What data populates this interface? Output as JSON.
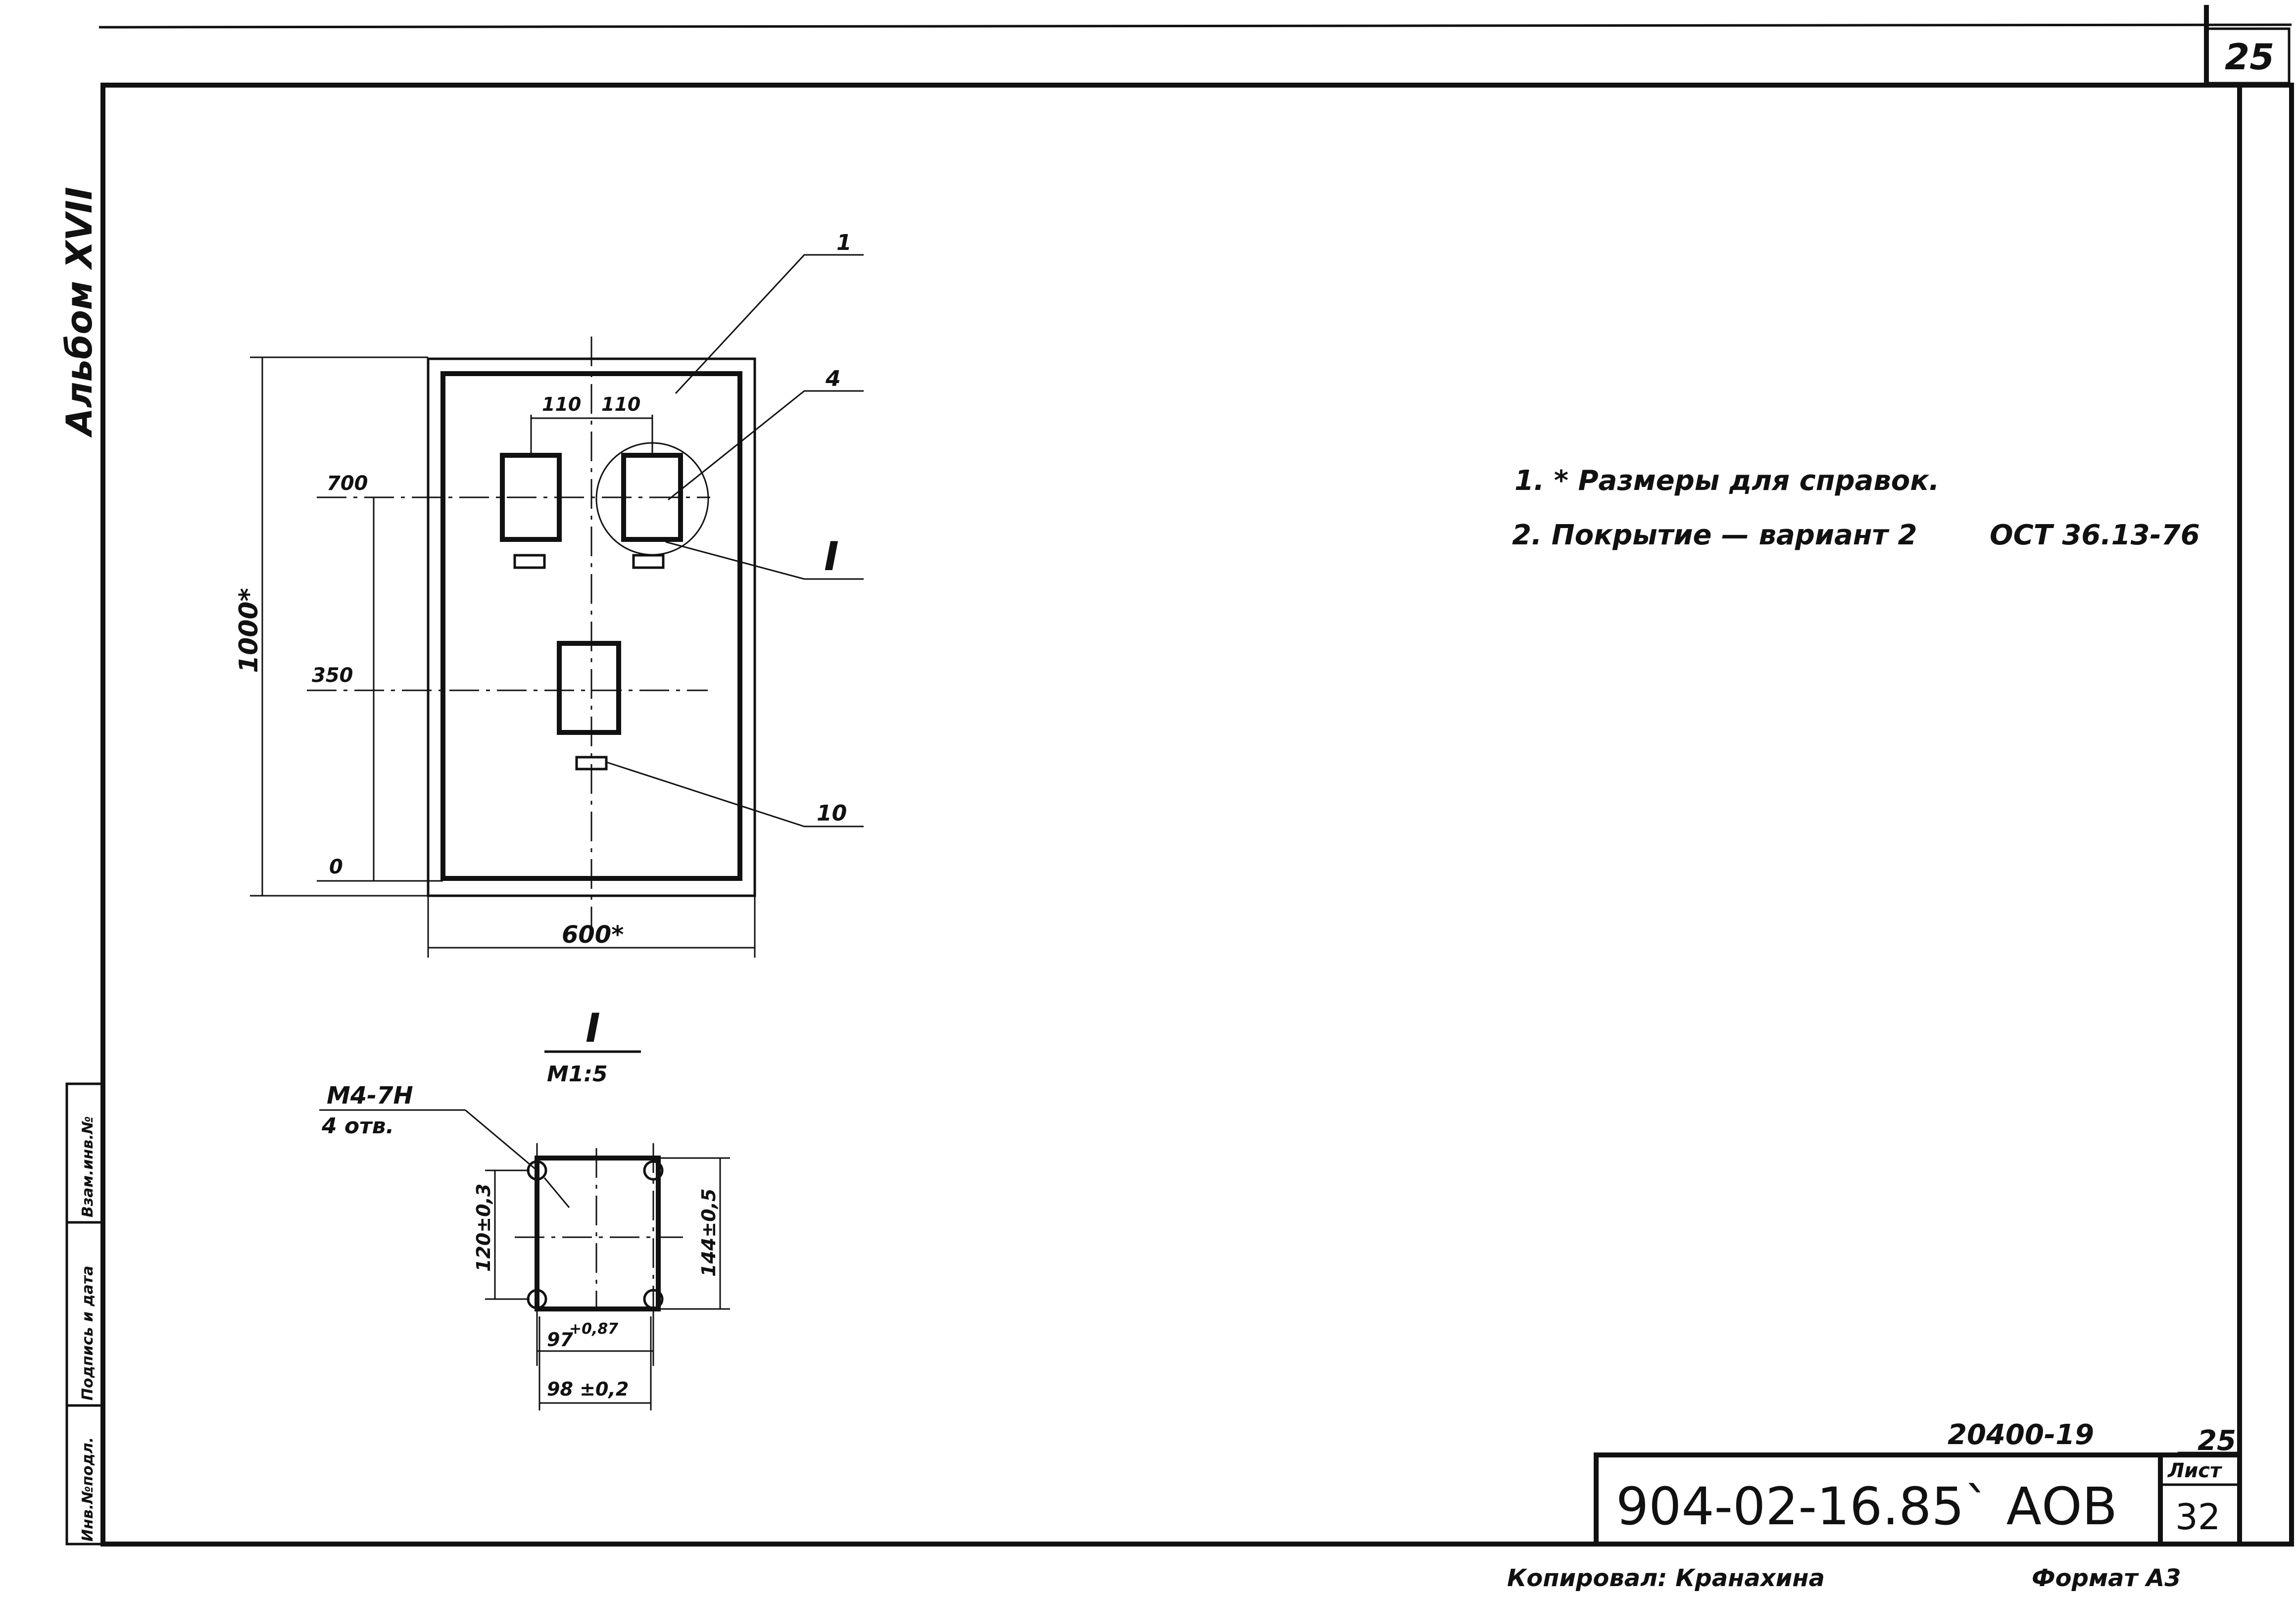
{
  "sheet": {
    "top_sheet_number": "25",
    "album_label": "Альбом XVII"
  },
  "main_view": {
    "callouts": [
      "1",
      "4",
      "10"
    ],
    "section_marker": "I",
    "width_dim": "600*",
    "height_dim": "1000*",
    "spacing_left": "110",
    "spacing_right": "110",
    "levels": [
      "700",
      "350",
      "0"
    ]
  },
  "detail_view": {
    "title": "I",
    "scale": "M1:5",
    "thread": "M4-7H",
    "holes": "4 отв.",
    "dim_height_inner": "120±0,3",
    "dim_height_outer": "144±0,5",
    "dim_width_inner": "97",
    "dim_width_inner_tol": "+0,87",
    "dim_width_outer": "98 ±0,2"
  },
  "notes": [
    "1. * Размеры для справок.",
    "2. Покрытие — вариант 2",
    "ОСТ 36.13-76"
  ],
  "side_stamp": {
    "cells": [
      "Инв.№подл.",
      "Подпись и дата",
      "Взам.инв.№"
    ]
  },
  "title_block": {
    "ref_number": "20400-19",
    "sheet_label_top": "25",
    "designation": "904-02-16.85` АОВ",
    "sheet_word": "Лист",
    "sheet_number": "32"
  },
  "footer": {
    "copied_by": "Копировал: Кранахина",
    "format": "Формат А3"
  }
}
